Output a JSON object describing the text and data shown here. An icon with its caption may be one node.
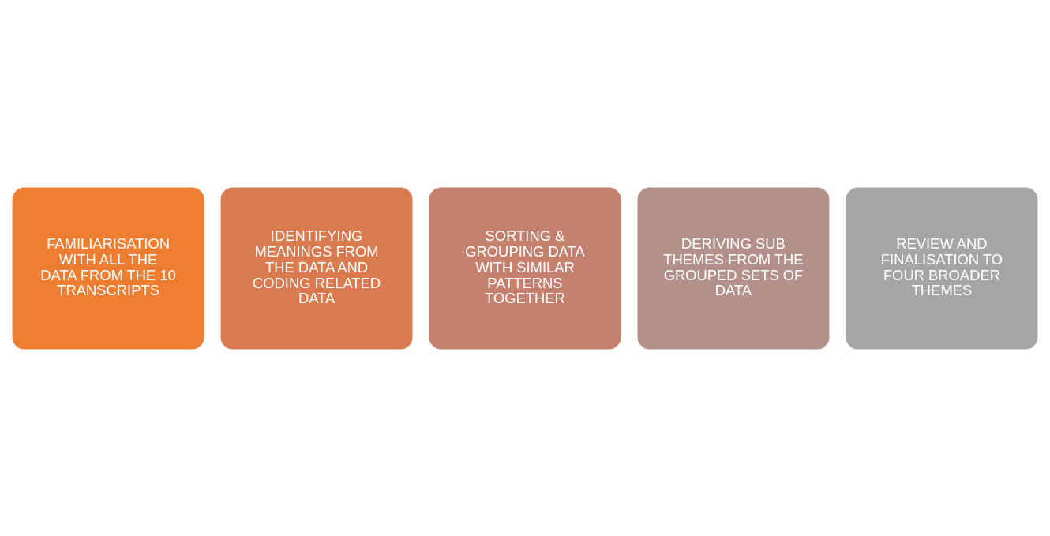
{
  "diagram": {
    "nodes": [
      {
        "text": [
          "FAMILIARISATION WITH ALL THE DATA FROM THE 10 TRANSCRIPTS"
        ]
      },
      {
        "text": [
          "IDENTIFYING MEANINGS FROM THE DATA AND CODING RELATED DATA"
        ]
      },
      {
        "text": [
          "SORTING & GROUPING DATA WITH SIMILAR PATTERNS TOGETHER"
        ]
      },
      {
        "text": [
          "DERIVING SUB THEMES FROM THE GROUPED SETS OF DATA"
        ]
      },
      {
        "text": [
          "REVIEW AND FINALISATION TO FOUR BROADER THEMES"
        ]
      }
    ],
    "edges": []
  }
}
